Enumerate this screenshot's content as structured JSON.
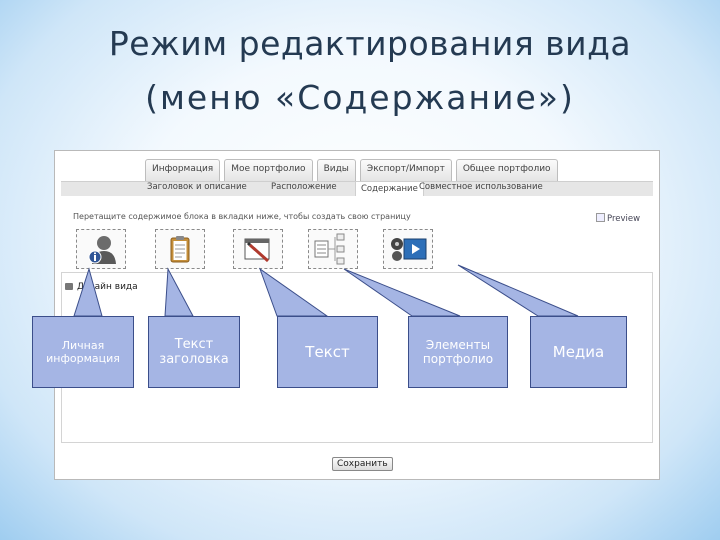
{
  "slide": {
    "title_line1": "Режим редактирования вида",
    "title_line2": "(меню «Содержание»)"
  },
  "screenshot": {
    "top_tabs": [
      "Информация",
      "Мое портфолио",
      "Виды",
      "Экспорт/Импорт",
      "Общее портфолио"
    ],
    "sub_tabs": [
      "Заголовок и описание",
      "Расположение",
      "Содержание",
      "Совместное использование"
    ],
    "active_sub_tab": "Содержание",
    "instruction": "Перетащите содержимое блока в вкладки ниже, чтобы создать свою страницу",
    "preview_label": "Preview",
    "design_label": "Дизайн вида",
    "save_button": "Сохранить",
    "block_icons": [
      "personal-info-icon",
      "clipboard-icon",
      "text-edit-icon",
      "portfolio-tree-icon",
      "media-icon"
    ]
  },
  "callouts": [
    {
      "label": "Личная информация"
    },
    {
      "label": "Текст заголовка"
    },
    {
      "label": "Текст"
    },
    {
      "label": "Элементы портфолио"
    },
    {
      "label": "Медиа"
    }
  ],
  "colors": {
    "callout_fill": "#a5b5e4",
    "callout_border": "#3b4e8a",
    "title": "#243a52",
    "background_edge": "#9fcdf0"
  }
}
